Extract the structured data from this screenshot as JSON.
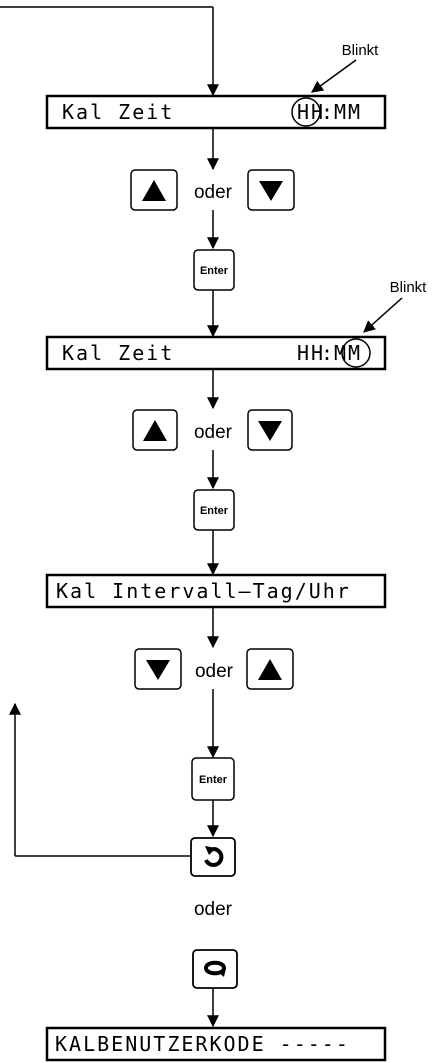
{
  "blinkt_1": "Blinkt",
  "blinkt_2": "Blinkt",
  "display_1": {
    "left": "Kal Zeit",
    "hh": "HH",
    "colon": ":",
    "mm": "MM"
  },
  "display_2": {
    "left": "Kal Zeit",
    "hh": "HH",
    "colon": ":",
    "mm": "MM"
  },
  "display_3": "Kal Intervall—Tag/Uhr",
  "display_4": "KALBENUTZERKODE -----",
  "oder": "oder",
  "enter": "Enter",
  "icons": [
    "up-arrow-key",
    "down-arrow-key",
    "enter-key",
    "rotate-clockwise-key",
    "loop-key"
  ]
}
